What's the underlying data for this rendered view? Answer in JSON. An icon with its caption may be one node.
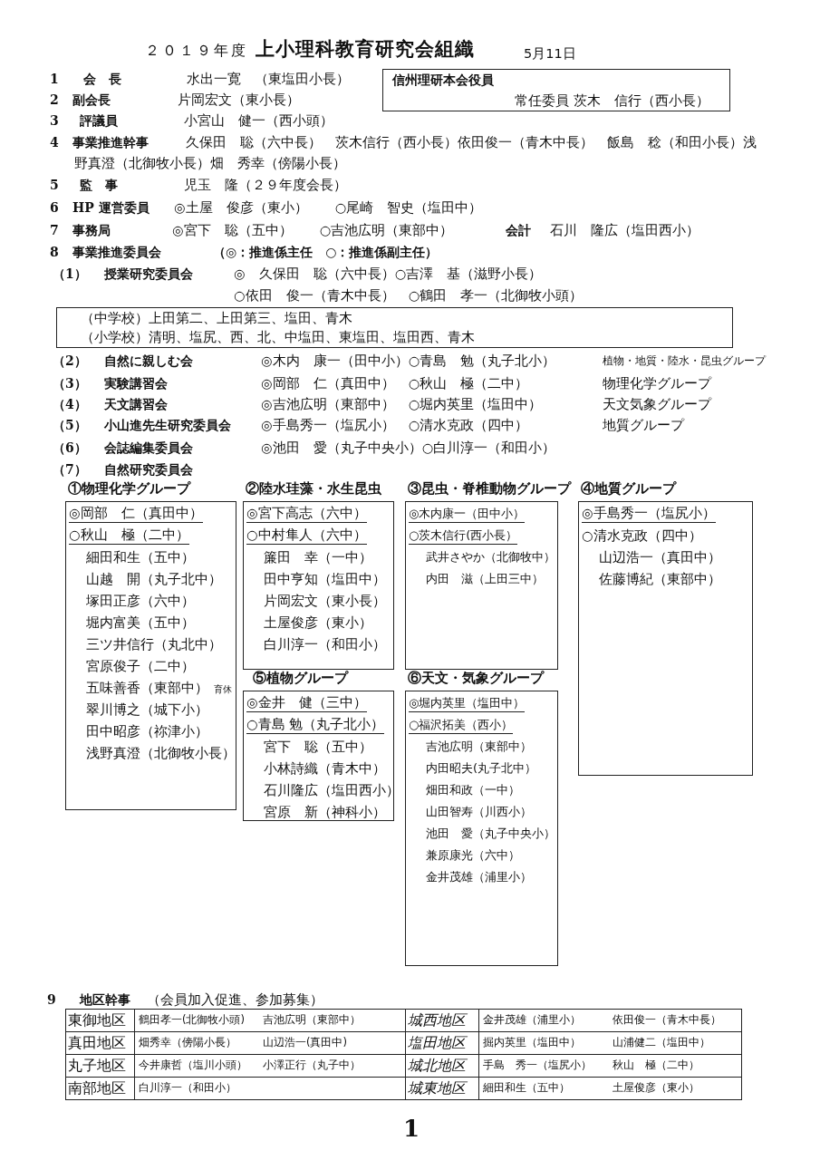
{
  "diagram": {
    "title": "２０１９年度 **上小理科教育研究会組織**",
    "nodes": [
      {
        "text": [
          "信州理研本会役員",
          "常任委員 茨木　信行（西小長）"
        ]
      },
      {
        "text": [
          "（中学校）上田第二、上田第三、塩田、青木",
          "（小学校）清明、塩尻、西、北、中塩田、東塩田、塩田西、青木"
        ]
      },
      {
        "text": [
          "①物理化学グループ",
          "◎岡部　仁（真田中）",
          "○秋山　極（二中）",
          "細田和生（五中）",
          "山越　開（丸子北中）",
          "塚田正彦（六中）",
          "堀内富美（五中）",
          "三ツ井信行（丸北中）",
          "宮原俊子（二中）",
          "五味善香（東部中）",
          "育休",
          "翠川博之（城下小）",
          "田中昭彦（祢津小）",
          "浅野真澄（北御牧小長）"
        ]
      },
      {
        "text": [
          "②陸水珪藻・水生昆虫",
          "◎宮下高志（六中）",
          "○中村隼人（六中）",
          "簾田　幸（一中）",
          "田中亨知（塩田中）",
          "片岡宏文（東小長）",
          "土屋俊彦（東小）",
          "白川淳一（和田小）"
        ]
      },
      {
        "text": [
          "③昆虫・脊椎動物グループ",
          "◎木内康一（田中小）",
          "○茨木信行(西小長）",
          "武井さやか（北御牧中）",
          "内田　滋（上田三中）"
        ]
      },
      {
        "text": [
          "④地質グループ",
          "◎手島秀一（塩尻小）",
          "○清水克政（四中）",
          "山辺浩一（真田中）",
          "佐藤博紀（東部中）"
        ]
      },
      {
        "text": [
          "⑤植物グループ",
          "◎金井　健（三中）",
          "○青島 勉（丸子北小）",
          "宮下　聡（五中）",
          "小林詩織（青木中）",
          "石川隆広（塩田西小）",
          "宮原　新（神科小）"
        ]
      },
      {
        "text": [
          "⑥天文・気象グループ",
          "◎堀内英里（塩田中）",
          "○福沢拓美（西小）",
          "吉池広明（東部中）",
          "内田昭夫(丸子北中）",
          "畑田和政（一中）",
          "山田智寿（川西小）",
          "池田　愛（丸子中央小）",
          "兼原康光（六中）",
          "金井茂雄（浦里小）"
        ]
      }
    ],
    "labels": [
      "5月11日",
      "1",
      "会　長",
      "水出一寛　（東塩田小長）",
      "2",
      "副会長",
      "片岡宏文（東小長）",
      "3",
      "評議員",
      "小宮山　健一（西小頭）",
      "4",
      "事業推進幹事",
      "久保田　聡（六中長）　茨木信行（西小長）依田俊一（青木中長）　飯島　稔（和田小長）浅野真澄（北御牧小長）畑　秀幸（傍陽小長）",
      "5",
      "監　事",
      "児玉　隆（２９年度会長）",
      "6",
      "HP 運営委員",
      "◎土屋　俊彦（東小）　　○尾崎　智史（塩田中）",
      "7",
      "事務局",
      "◎宮下　聡（五中）　　○吉池広明（東部中）",
      "会計",
      "石川　隆広（塩田西小）",
      "8",
      "事業推進委員会",
      "（◎：推進係主任　○：推進係副主任）",
      "（1）",
      "授業研究委員会",
      "◎　久保田　聡（六中長）○吉澤　基（滋野小長）",
      "○依田　俊一（青木中長）　○鶴田　孝一（北御牧小頭）",
      "（2）",
      "自然に親しむ会",
      "◎木内　康一（田中小）○青島　勉（丸子北小）",
      "植物・地質・陸水・昆虫グループ",
      "（3）",
      "実験講習会",
      "◎岡部　仁（真田中）　○秋山　極（二中）",
      "物理化学グループ",
      "（4）",
      "天文講習会",
      "◎吉池広明（東部中）　○堀内英里（塩田中）",
      "天文気象グループ",
      "（5）",
      "小山進先生研究委員会",
      "◎手島秀一（塩尻小）　○清水克政（四中）",
      "地質グループ",
      "（6）",
      "会誌編集委員会",
      "◎池田　愛（丸子中央小）○白川淳一（和田小）",
      "（7）",
      "自然研究委員会",
      "9",
      "地区幹事",
      "（会員加入促進、参加募集）",
      "東御地区",
      "鶴田孝一(北御牧小頭)",
      "吉池広明（東部中）",
      "城西地区",
      "金井茂雄（浦里小）",
      "依田俊一（青木中長）",
      "真田地区",
      "畑秀幸（傍陽小長）",
      "山辺浩一(真田中)",
      "塩田地区",
      "掘内英里（塩田中）",
      "山浦健二（塩田中）",
      "丸子地区",
      "今井康哲（塩川小頭）",
      "小澤正行（丸子中）",
      "城北地区",
      "手島　秀一（塩尻小）",
      "秋山　極（二中）",
      "南部地区",
      "白川淳一（和田小）",
      "城東地区",
      "細田和生（五中）",
      "土屋俊彦（東小）",
      "1"
    ]
  }
}
